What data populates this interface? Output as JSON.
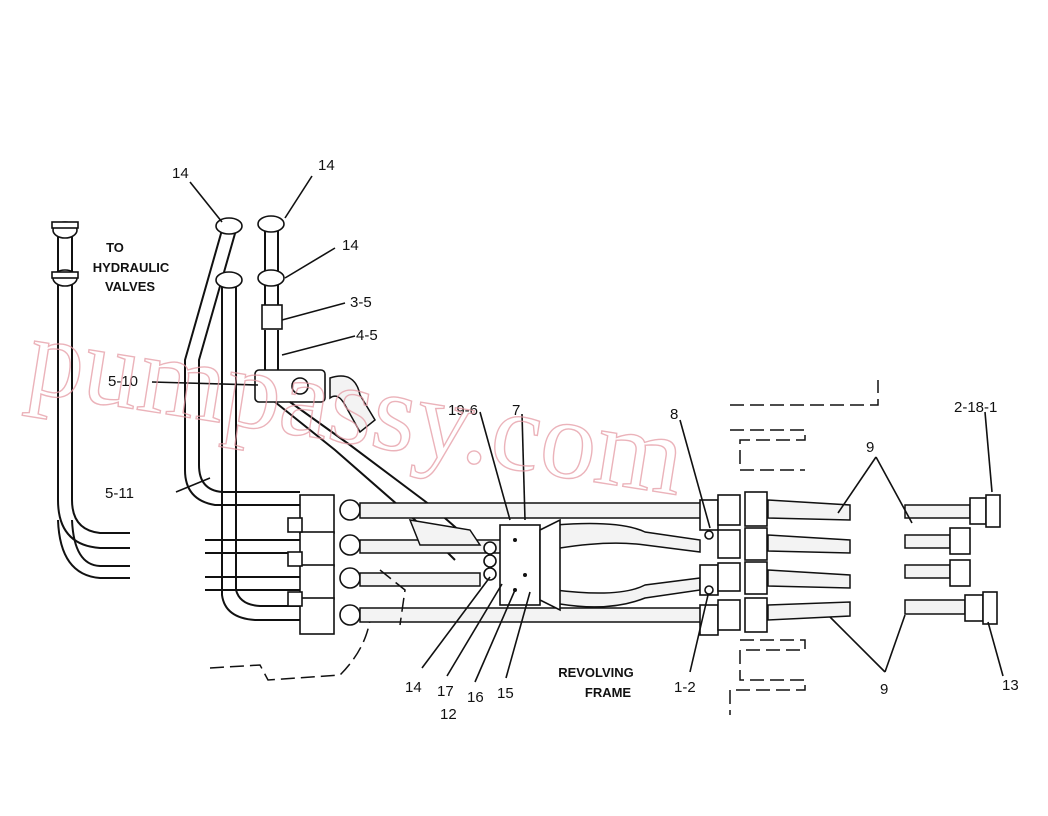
{
  "labels": {
    "to": "TO",
    "hydraulic": "HYDRAULIC",
    "valves": "VALVES",
    "revolving": "REVOLVING",
    "frame": "FRAME"
  },
  "parts": {
    "p14_a": "14",
    "p14_b": "14",
    "p14_c": "14",
    "p14_d": "14",
    "p3_5": "3-5",
    "p4_5": "4-5",
    "p5_10": "5-10",
    "p5_11": "5-11",
    "p19_6": "19-6",
    "p7": "7",
    "p8": "8",
    "p9_a": "9",
    "p9_b": "9",
    "p2_18_1": "2-18-1",
    "p17": "17",
    "p12": "12",
    "p16": "16",
    "p15": "15",
    "p1_2": "1-2",
    "p13": "13"
  },
  "watermark": "pumpassy.com"
}
